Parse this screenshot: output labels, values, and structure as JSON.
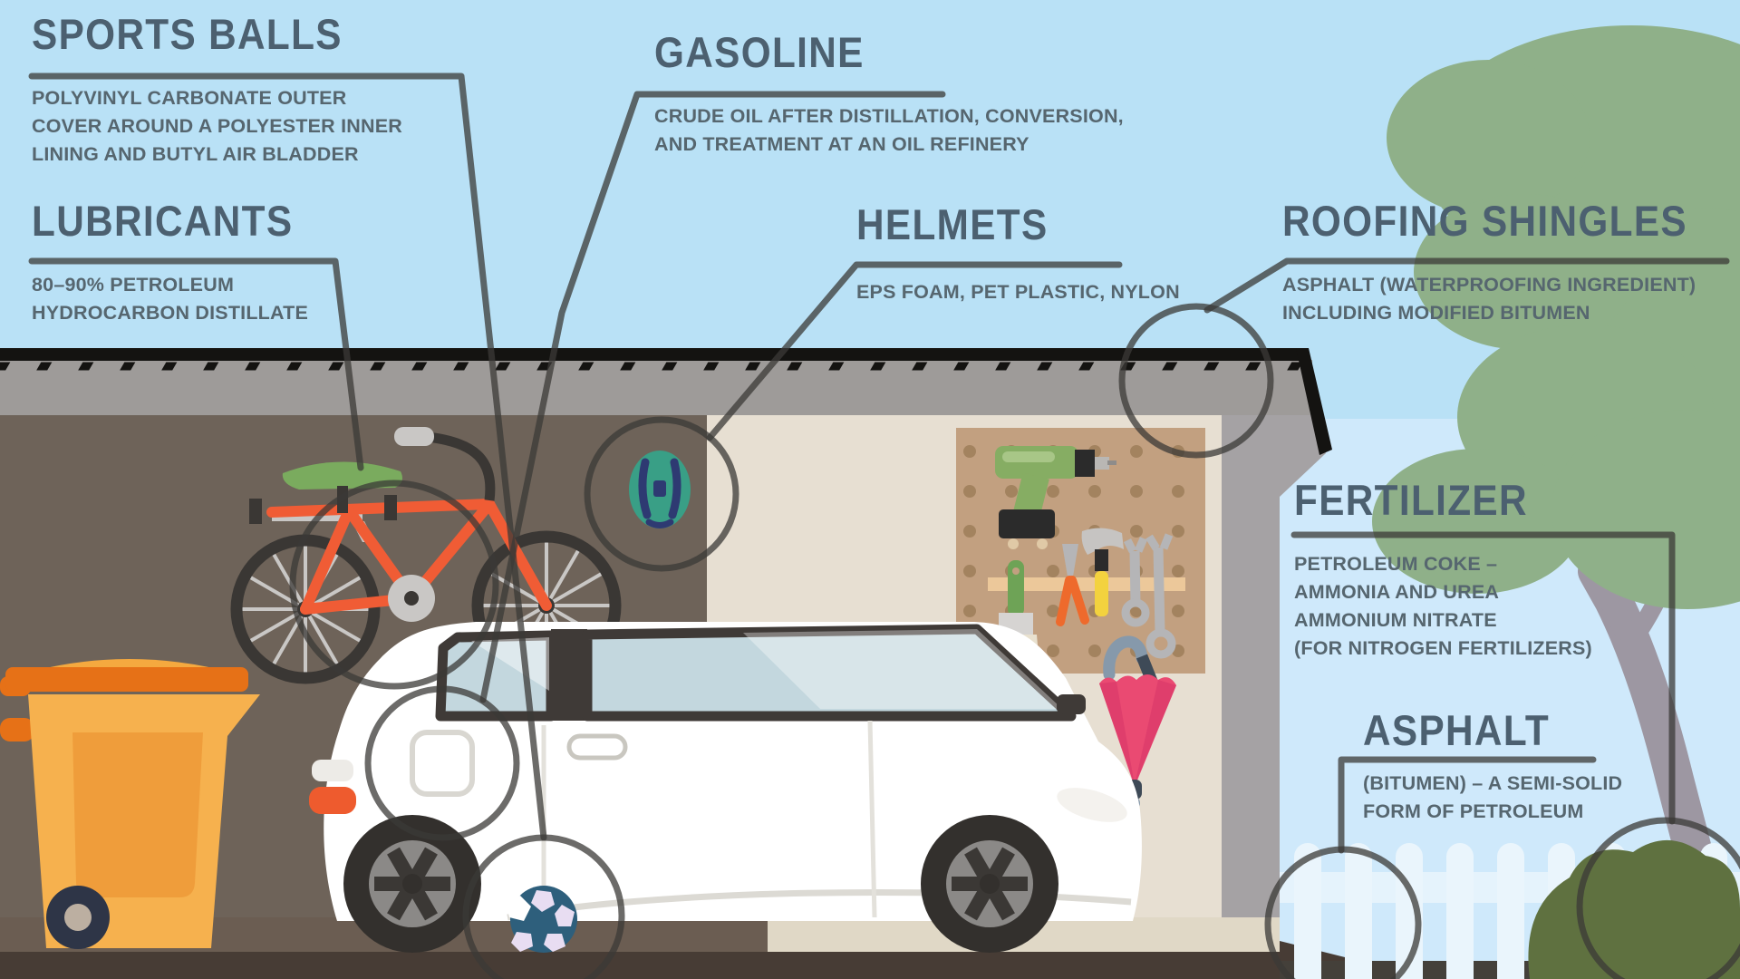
{
  "labels": {
    "sports_balls": {
      "title": "SPORTS BALLS",
      "lines": [
        "POLYVINYL CARBONATE OUTER",
        "COVER AROUND A POLYESTER INNER",
        "LINING AND BUTYL AIR BLADDER"
      ]
    },
    "lubricants": {
      "title": "LUBRICANTS",
      "lines": [
        "80–90% PETROLEUM",
        "HYDROCARBON DISTILLATE"
      ]
    },
    "gasoline": {
      "title": "GASOLINE",
      "lines": [
        "CRUDE OIL AFTER DISTILLATION, CONVERSION,",
        "AND TREATMENT AT AN OIL REFINERY"
      ]
    },
    "helmets": {
      "title": "HELMETS",
      "lines": [
        "EPS FOAM, PET PLASTIC, NYLON"
      ]
    },
    "roofing_shingles": {
      "title": "ROOFING SHINGLES",
      "lines": [
        "ASPHALT (WATERPROOFING INGREDIENT)",
        "INCLUDING MODIFIED BITUMEN"
      ]
    },
    "fertilizer": {
      "title": "FERTILIZER",
      "lines": [
        "PETROLEUM COKE –",
        "AMMONIA AND UREA",
        "AMMONIUM NITRATE",
        "(FOR NITROGEN FERTILIZERS)"
      ]
    },
    "asphalt": {
      "title": "ASPHALT",
      "lines": [
        "(BITUMEN) – A SEMI-SOLID",
        "FORM OF PETROLEUM"
      ]
    }
  },
  "colors": {
    "sky": "#b9e1f6",
    "right_panel": "#cfe9fb",
    "heading_text": "#4c6070",
    "body_text": "#56666f",
    "annotation_line": "#3b3a37",
    "roof_black": "#141311",
    "fascia_gray": "#9e9b99",
    "garage_interior": "#6e6359",
    "garage_back_wall": "#e7dfd2",
    "pegboard": "#c2a080",
    "bike_frame_orange": "#f05c35",
    "helmet_teal": "#399f86",
    "car_white": "#ffffff",
    "trash_bin_orange": "#f6b14e",
    "umbrella_pink": "#ea4a72",
    "tree_green": "#8fb089",
    "bush_green": "#5f7140",
    "soccer_ball_blue": "#2e5f7c",
    "fence_white": "#eaf5fc"
  },
  "scene_objects": [
    "roof",
    "garage",
    "bicycle",
    "bike-helmet",
    "car",
    "soccer-ball",
    "trash-bin",
    "pegboard-tools",
    "umbrella",
    "picket-fence",
    "tree",
    "bush"
  ]
}
